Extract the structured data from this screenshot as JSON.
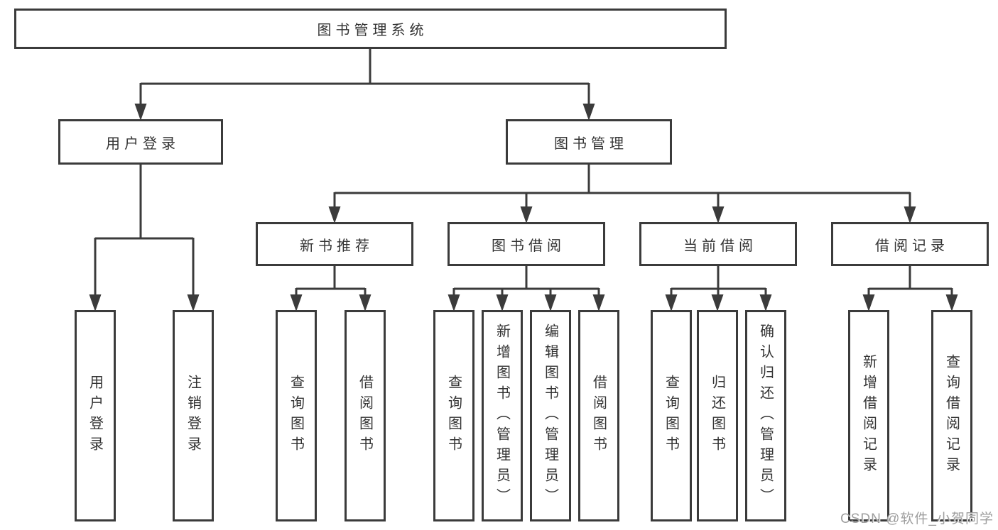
{
  "diagram": {
    "nodes": {
      "root": {
        "label": "图书管理系统"
      },
      "level2": [
        {
          "label": "用户登录"
        },
        {
          "label": "图书管理"
        }
      ],
      "level3": [
        {
          "label": "新书推荐"
        },
        {
          "label": "图书借阅"
        },
        {
          "label": "当前借阅"
        },
        {
          "label": "借阅记录"
        }
      ],
      "leaves": [
        {
          "label": "用户登录"
        },
        {
          "label": "注销登录"
        },
        {
          "label": "查询图书"
        },
        {
          "label": "借阅图书"
        },
        {
          "label": "查询图书"
        },
        {
          "label": "新增图书（管理员）"
        },
        {
          "label": "编辑图书（管理员）"
        },
        {
          "label": "借阅图书"
        },
        {
          "label": "查询图书"
        },
        {
          "label": "归还图书"
        },
        {
          "label": "确认归还（管理员）"
        },
        {
          "label": "新增借阅记录"
        },
        {
          "label": "查询借阅记录"
        }
      ]
    },
    "colors": {
      "line": "#3b3b3b",
      "box_fill": "#ffffff",
      "text": "#333333",
      "watermark": "#9e9e9e"
    }
  },
  "watermark": {
    "text": "CSDN @软件_小贺同学"
  }
}
